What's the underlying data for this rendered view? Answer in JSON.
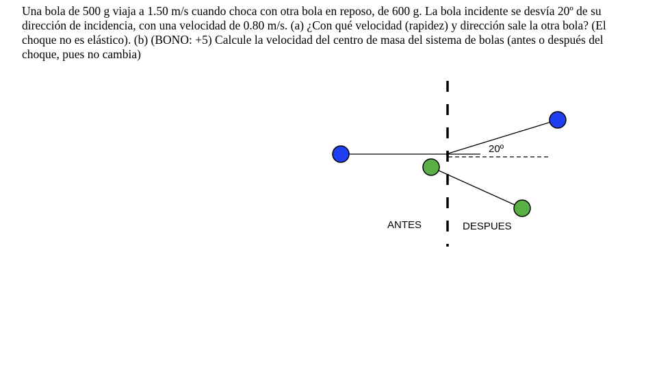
{
  "problem": {
    "text": "Una bola de 500 g viaja a 1.50 m/s cuando choca con otra bola en reposo, de 600 g. La bola incidente se desvía 20º de su dirección de incidencia, con una velocidad de 0.80 m/s. (a) ¿Con qué velocidad (rapidez) y dirección sale la otra bola? (El choque no es elástico). (b) (BONO: +5) Calcule la velocidad del centro de masa del sistema de bolas (antes o después del choque, pues no cambia)"
  },
  "diagram": {
    "angle_label": "20º",
    "before_label": "ANTES",
    "after_label": "DESPUES",
    "colors": {
      "incident_ball": "#1f3ff0",
      "target_ball": "#5bb045",
      "stroke": "#000000"
    }
  }
}
